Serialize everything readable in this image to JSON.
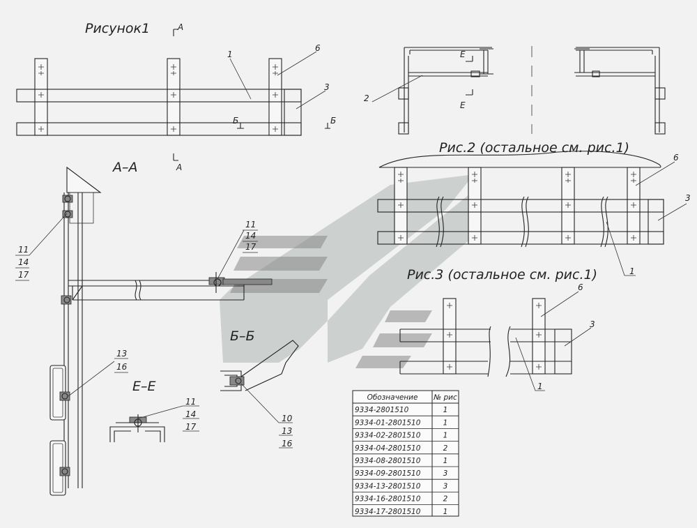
{
  "titles": {
    "fig1": "Рисунок1",
    "fig2": "Рис.2 (остальное см. рис.1)",
    "fig3": "Рис.3 (остальное см. рис.1)",
    "section_aa": "А–А",
    "section_bb": "Б–Б",
    "section_ee": "Е–Е"
  },
  "section_marks": {
    "a_top": "А",
    "a_bottom": "А",
    "b_left": "Б",
    "b_right": "Б",
    "e_top": "Е",
    "e_bottom": "Е"
  },
  "callouts": {
    "fig1_1": "1",
    "fig1_6": "6",
    "fig1_3": "3",
    "top_2": "2",
    "fig2_6": "6",
    "fig2_3": "3",
    "fig2_1": "1",
    "fig3_6": "6",
    "fig3_3": "3",
    "fig3_1": "1",
    "aa_stack_a": [
      "11",
      "14",
      "17"
    ],
    "aa_stack_b": [
      "11",
      "14",
      "17"
    ],
    "aa_stack_c": [
      "13",
      "16"
    ],
    "ee_stack": [
      "11",
      "14",
      "17"
    ],
    "bb_stack": [
      "10",
      "13",
      "16"
    ]
  },
  "table": {
    "headers": [
      "Обозначение",
      "№ рис"
    ],
    "rows": [
      [
        "9334-2801510",
        "1"
      ],
      [
        "9334-01-2801510",
        "1"
      ],
      [
        "9334-02-2801510",
        "1"
      ],
      [
        "9334-04-2801510",
        "2"
      ],
      [
        "9334-08-2801510",
        "1"
      ],
      [
        "9334-09-2801510",
        "3"
      ],
      [
        "9334-13-2801510",
        "3"
      ],
      [
        "9334-16-2801510",
        "2"
      ],
      [
        "9334-17-2801510",
        "1"
      ]
    ]
  }
}
